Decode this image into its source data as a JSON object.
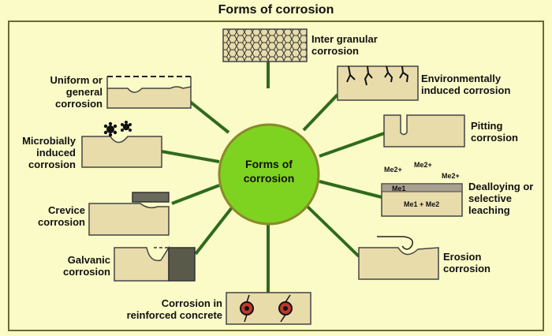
{
  "title": "Forms of corrosion",
  "center": "Forms of\ncorrosion",
  "forms": {
    "intergranular": "Inter granular\ncorrosion",
    "environmental": "Environmentally\ninduced corrosion",
    "pitting": "Pitting\ncorrosion",
    "dealloying": "Dealloying or\nselective\nleaching",
    "erosion": "Erosion\ncorrosion",
    "concrete": "Corrosion in\nreinforced concrete",
    "galvanic": "Galvanic\ncorrosion",
    "crevice": "Crevice\ncorrosion",
    "microbial": "Microbially\ninduced\ncorrosion",
    "uniform": "Uniform or\ngeneral\ncorrosion"
  },
  "dealloy_labels": {
    "ion_left": "Me2+",
    "ion_mid": "Me2+",
    "ion_right": "Me2+",
    "phase_top": "Me1",
    "phase_bulk": "Me1 + Me2"
  },
  "colors": {
    "background": "#fbfbc8",
    "frame": "#6b6b2e",
    "spoke": "#2f6b1c",
    "center_fill": "#7ed321",
    "center_border": "#8a8a2a",
    "specimen": "#e8dcab",
    "specimen_stroke": "#444444",
    "dark_metal": "#5a5a4a"
  }
}
